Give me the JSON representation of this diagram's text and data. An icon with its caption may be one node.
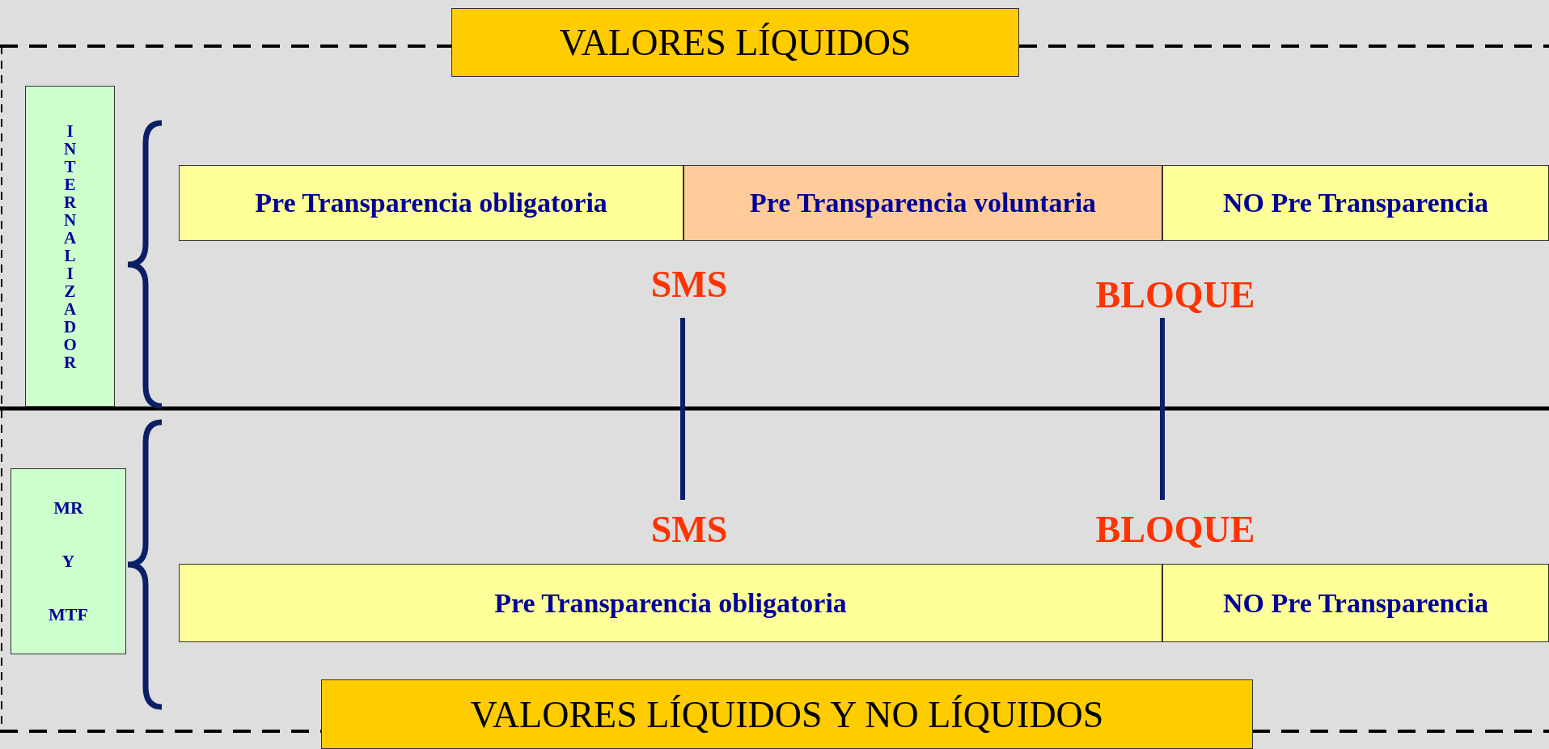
{
  "diagram": {
    "nodes": [
      {
        "text": [
          "VALORES LÍQUIDOS"
        ]
      },
      {
        "text": [
          "INTERNALIZADOR"
        ]
      },
      {
        "text": [
          "Pre Transparencia obligatoria"
        ]
      },
      {
        "text": [
          "Pre Transparencia voluntaria"
        ]
      },
      {
        "text": [
          "NO Pre Transparencia"
        ]
      },
      {
        "text": [
          "MR Y MTF"
        ]
      },
      {
        "text": [
          "Pre Transparencia obligatoria"
        ]
      },
      {
        "text": [
          "NO Pre Transparencia"
        ]
      },
      {
        "text": [
          "VALORES LÍQUIDOS Y NO LÍQUIDOS"
        ]
      }
    ],
    "labels": [
      "SMS",
      "BLOQUE",
      "SMS",
      "BLOQUE"
    ]
  }
}
